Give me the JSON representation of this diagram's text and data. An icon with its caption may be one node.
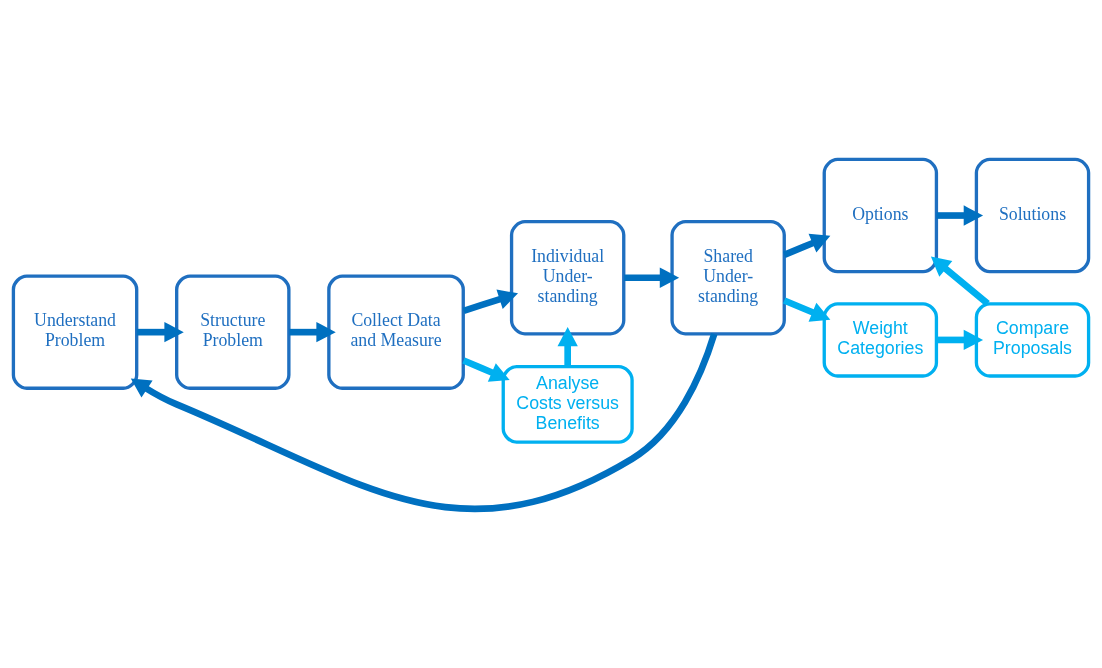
{
  "diagram": {
    "nodes": [
      {
        "text": [
          "Understand Problem"
        ]
      },
      {
        "text": [
          "Structure Problem"
        ]
      },
      {
        "text": [
          "Collect Data and Measure"
        ]
      },
      {
        "text": [
          "Individual Under- standing"
        ]
      },
      {
        "text": [
          "Shared Under- standing"
        ]
      },
      {
        "text": [
          "Options"
        ]
      },
      {
        "text": [
          "Solutions"
        ]
      },
      {
        "text": [
          "Analyse Costs versus Benefits"
        ]
      },
      {
        "text": [
          "Weight Categories"
        ]
      },
      {
        "text": [
          "Compare Proposals"
        ]
      }
    ],
    "edges": [
      {
        "from": 0,
        "to": 1,
        "arrow": "to"
      },
      {
        "from": 1,
        "to": 2,
        "arrow": "to"
      },
      {
        "from": 2,
        "to": 3,
        "arrow": "to"
      },
      {
        "from": 3,
        "to": 4,
        "arrow": "to"
      },
      {
        "from": 4,
        "to": 5,
        "arrow": "to"
      },
      {
        "from": 5,
        "to": 6,
        "arrow": "to"
      },
      {
        "from": 2,
        "to": 7,
        "arrow": "to",
        "color": "#00b0f0"
      },
      {
        "from": 7,
        "to": 3,
        "arrow": "to",
        "color": "#00b0f0"
      },
      {
        "from": 4,
        "to": 8,
        "arrow": "to",
        "color": "#00b0f0"
      },
      {
        "from": 8,
        "to": 9,
        "arrow": "to",
        "color": "#00b0f0"
      },
      {
        "from": 9,
        "to": 5,
        "arrow": "to",
        "color": "#00b0f0"
      },
      {
        "from": 4,
        "to": 0,
        "arrow": "to"
      }
    ]
  }
}
